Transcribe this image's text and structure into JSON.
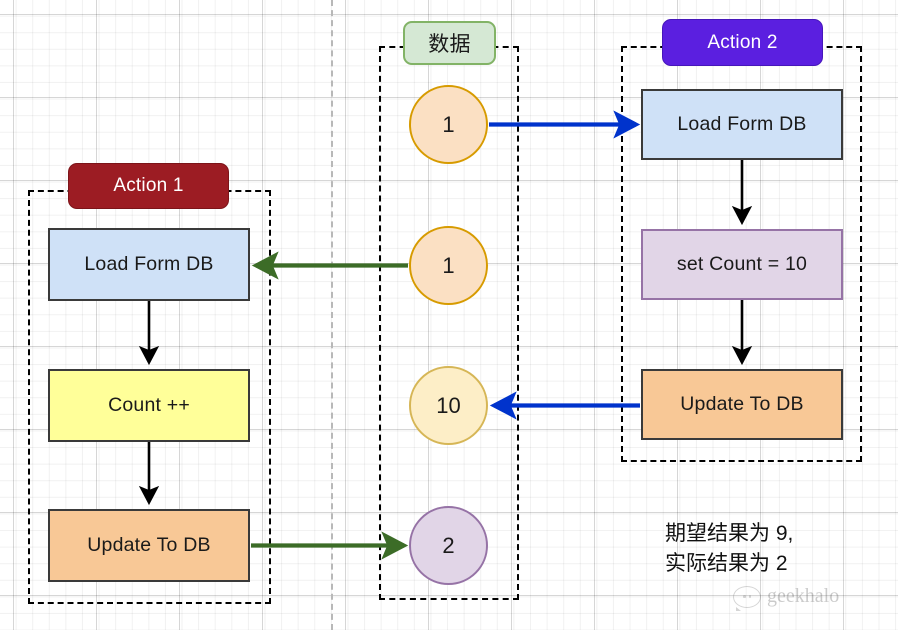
{
  "diagram": {
    "title_note": "期望结果为 9,\n实际结果为 2",
    "watermark": "geekhalo",
    "colors": {
      "action1_label_bg": "#9c1c23",
      "action2_label_bg": "#5b1fe0",
      "data_label_bg": "#d5e8d4",
      "node_blue": "#cfe1f7",
      "node_yellow": "#ffff99",
      "node_orange": "#f8c896",
      "node_purple": "#e1d5e7",
      "arrow_blue": "#0033cc",
      "arrow_green": "#3c6c27",
      "arrow_black": "#000000"
    }
  },
  "groups": {
    "action1": {
      "label": "Action 1"
    },
    "action2": {
      "label": "Action 2"
    },
    "data": {
      "label": "数据"
    }
  },
  "action1_nodes": [
    {
      "label": "Load Form DB"
    },
    {
      "label": "Count ++"
    },
    {
      "label": "Update To DB"
    }
  ],
  "action2_nodes": [
    {
      "label": "Load Form DB"
    },
    {
      "label": "set Count = 10"
    },
    {
      "label": "Update To DB"
    }
  ],
  "data_values": [
    {
      "label": "1"
    },
    {
      "label": "1"
    },
    {
      "label": "10"
    },
    {
      "label": "2"
    }
  ]
}
